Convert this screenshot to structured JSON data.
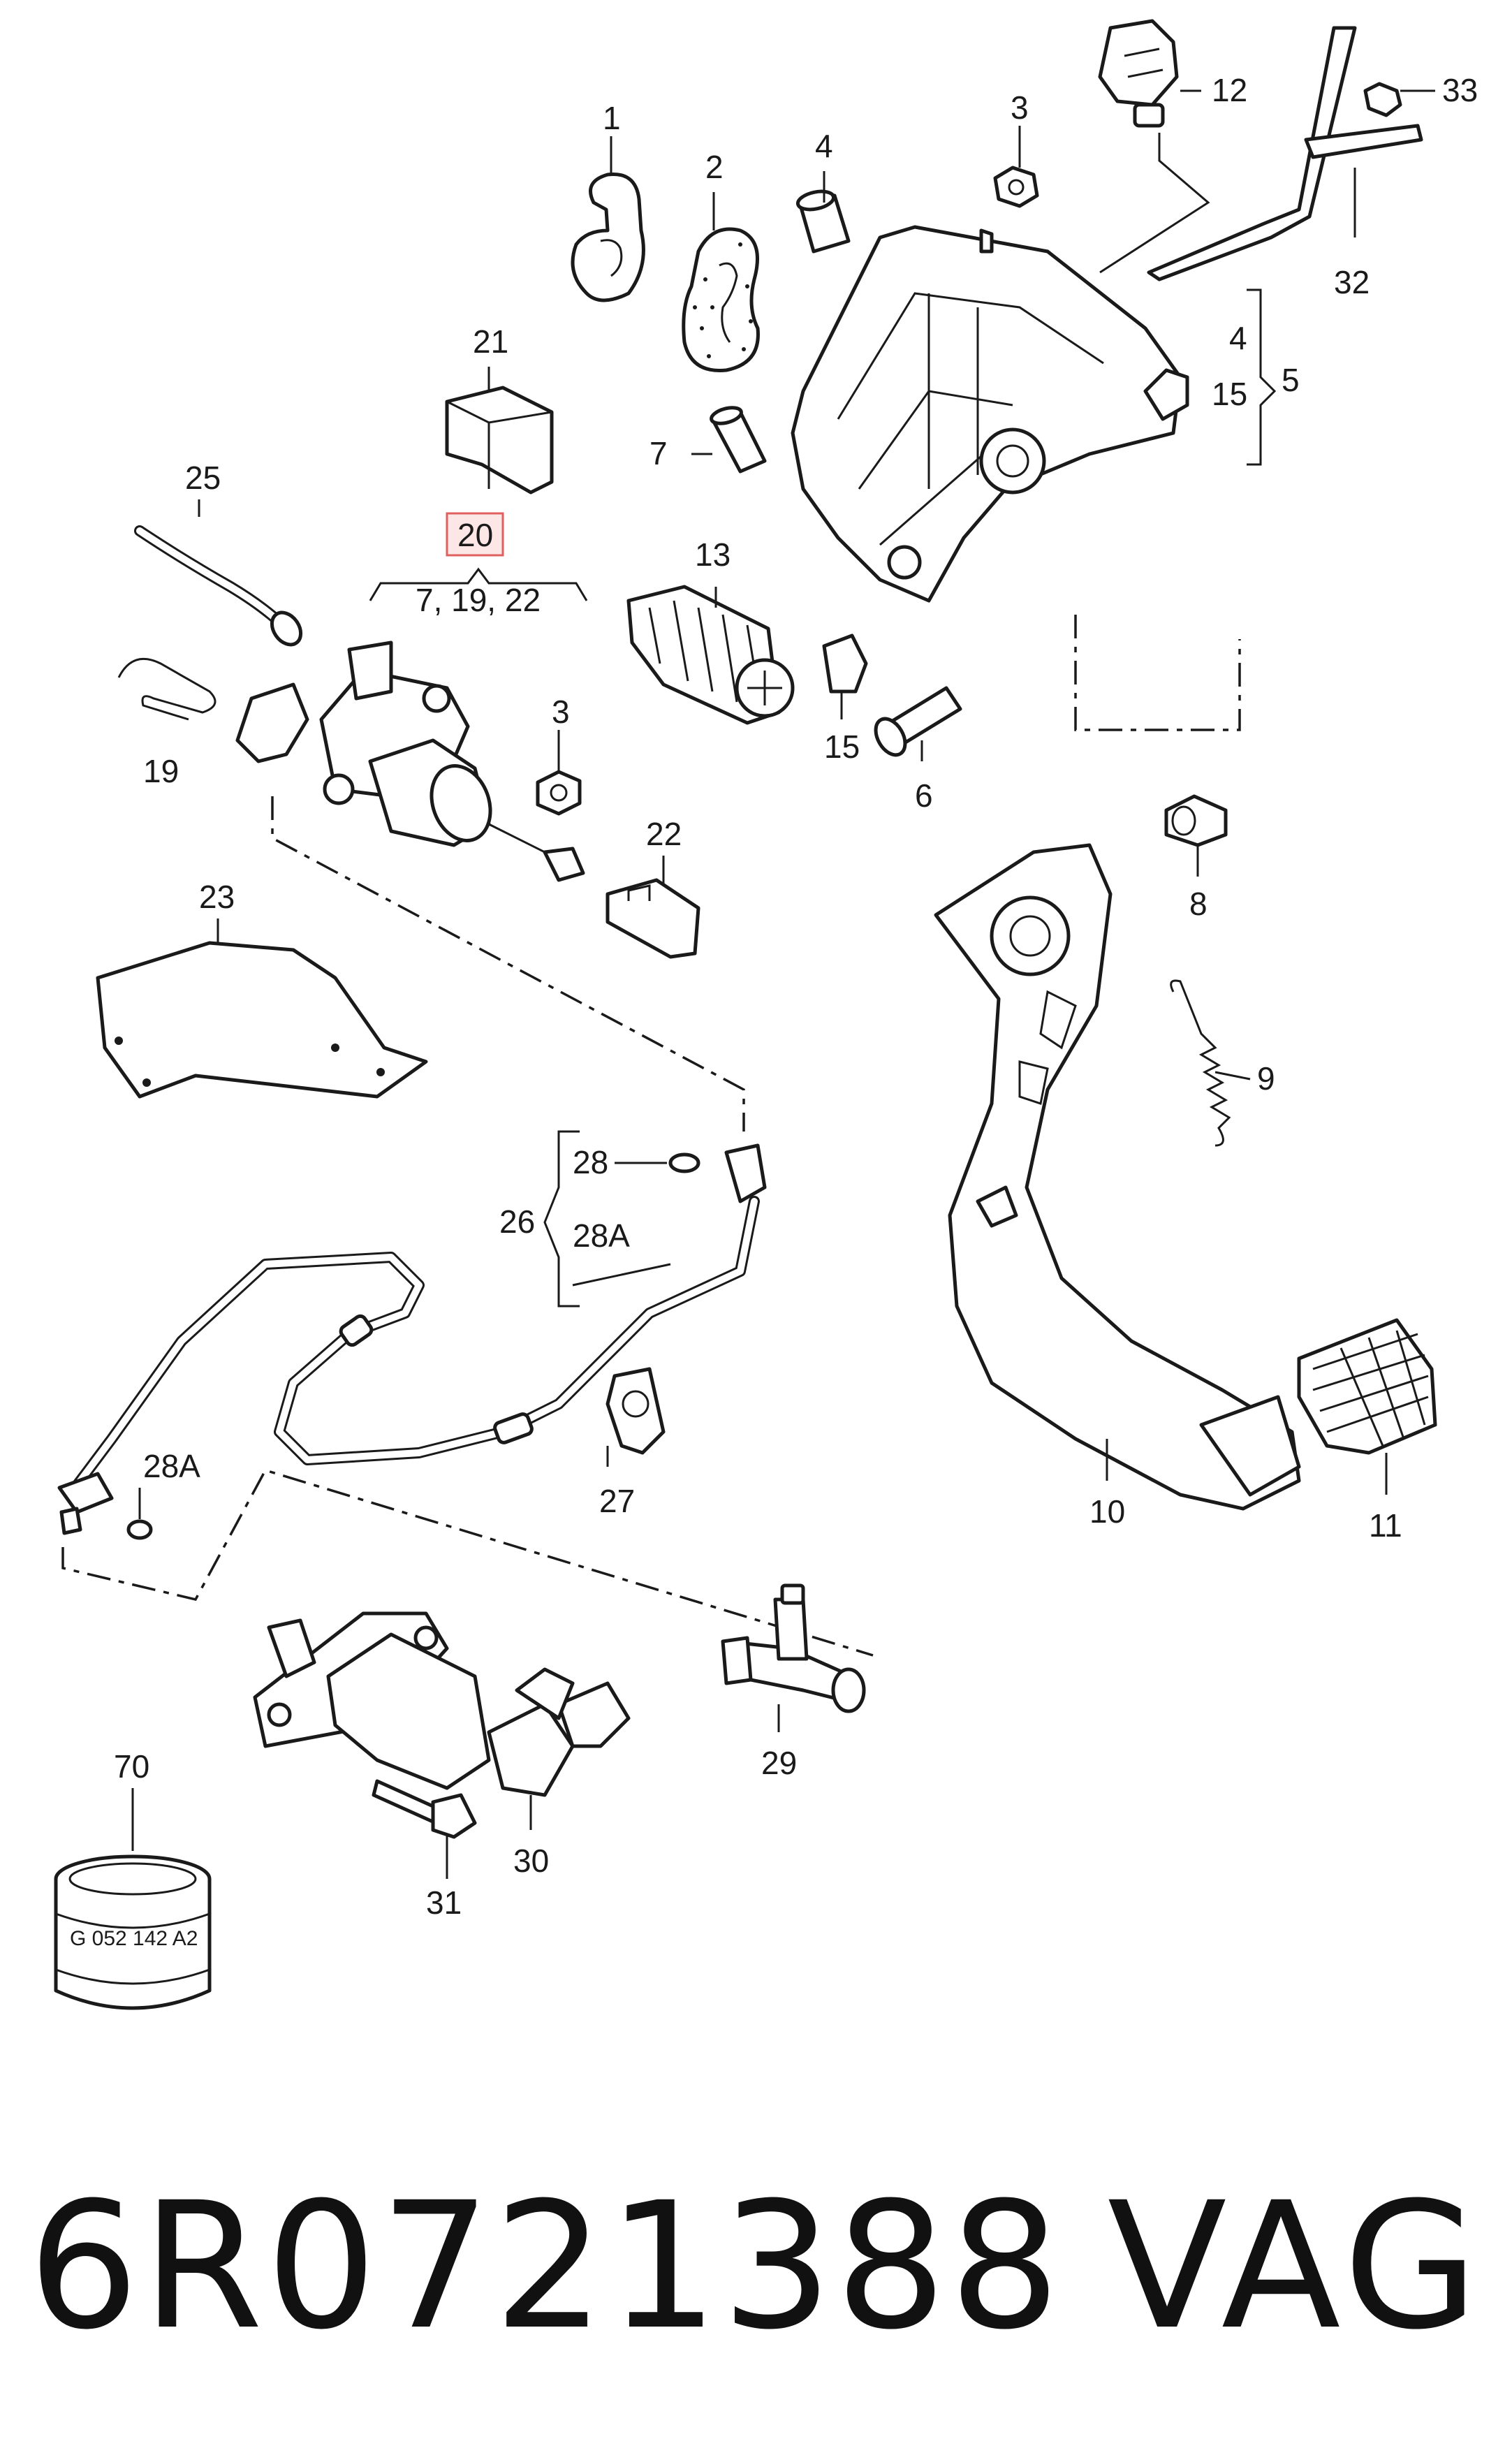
{
  "diagram": {
    "callouts": {
      "c1": "1",
      "c2": "2",
      "c3a": "3",
      "c3b": "3",
      "c4a": "4",
      "c4b": "4",
      "c5": "5",
      "c6": "6",
      "c7": "7",
      "c8": "8",
      "c9": "9",
      "c10": "10",
      "c11": "11",
      "c12": "12",
      "c13": "13",
      "c15a": "15",
      "c15b": "15",
      "c19": "19",
      "c20": "20",
      "c20group": "7, 19, 22",
      "c21": "21",
      "c22": "22",
      "c23": "23",
      "c25": "25",
      "c26": "26",
      "c27": "27",
      "c28": "28",
      "c28a1": "28A",
      "c28a2": "28A",
      "c29": "29",
      "c30": "30",
      "c31": "31",
      "c32": "32",
      "c33": "33",
      "c70": "70"
    },
    "grease_tin_label": "G 052 142 A2",
    "highlight_color": "#e06060"
  },
  "footer": {
    "part_number": "6R0721388",
    "brand": "VAG"
  }
}
